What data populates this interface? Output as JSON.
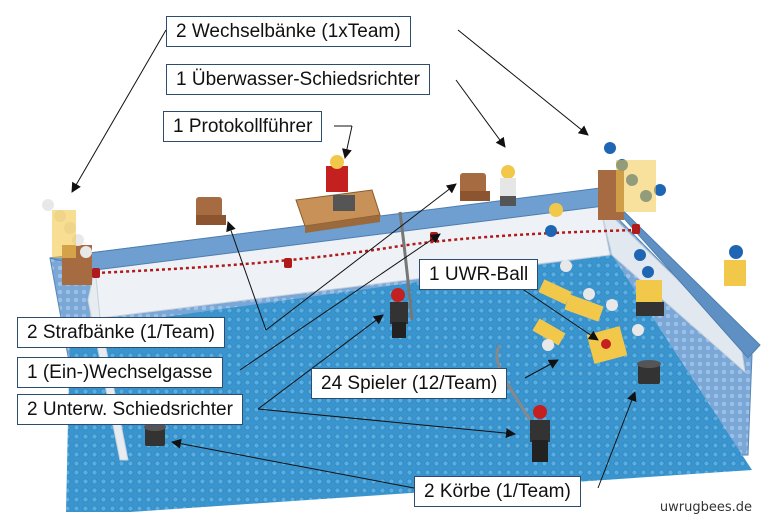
{
  "labels": {
    "wechselbaenke": "2 Wechselbänke (1xTeam)",
    "ueberwasser": "1 Überwasser-Schiedsrichter",
    "protokoll": "1 Protokollführer",
    "ball": "1 UWR-Ball",
    "strafbaenke": "2 Strafbänke (1/Team)",
    "wechselgasse": "1 (Ein-)Wechselgasse",
    "spieler": "24 Spieler (12/Team)",
    "unterwasser": "2 Unterw. Schiedsrichter",
    "koerbe": "2 Körbe (1/Team)"
  },
  "credit": "uwrugbees.de",
  "colors": {
    "deck": "#6f9fd0",
    "floor": "#2f8fc8",
    "wall": "#e9edf2",
    "rope": "#b01a1a",
    "bench": "#a76b42",
    "table": "#c79157",
    "blue_team": "#1e66b3",
    "white_team": "#e8e8e8",
    "referee": "#c42020"
  }
}
